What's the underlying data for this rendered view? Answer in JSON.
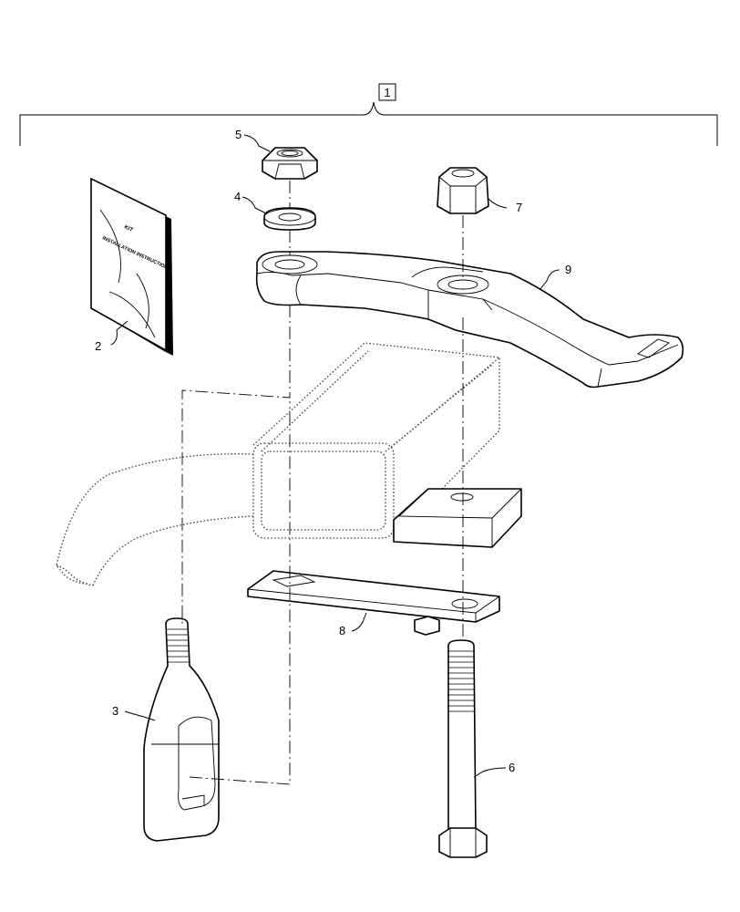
{
  "diagram": {
    "kit_item": "1",
    "callouts": [
      {
        "id": "2",
        "label": "2"
      },
      {
        "id": "3",
        "label": "3"
      },
      {
        "id": "4",
        "label": "4"
      },
      {
        "id": "5",
        "label": "5"
      },
      {
        "id": "6",
        "label": "6"
      },
      {
        "id": "7",
        "label": "7"
      },
      {
        "id": "8",
        "label": "8"
      },
      {
        "id": "9",
        "label": "9"
      }
    ],
    "manual_cover": {
      "line1": "KIT",
      "line2": "INSTALLATION INSTRUCTIONS"
    }
  }
}
